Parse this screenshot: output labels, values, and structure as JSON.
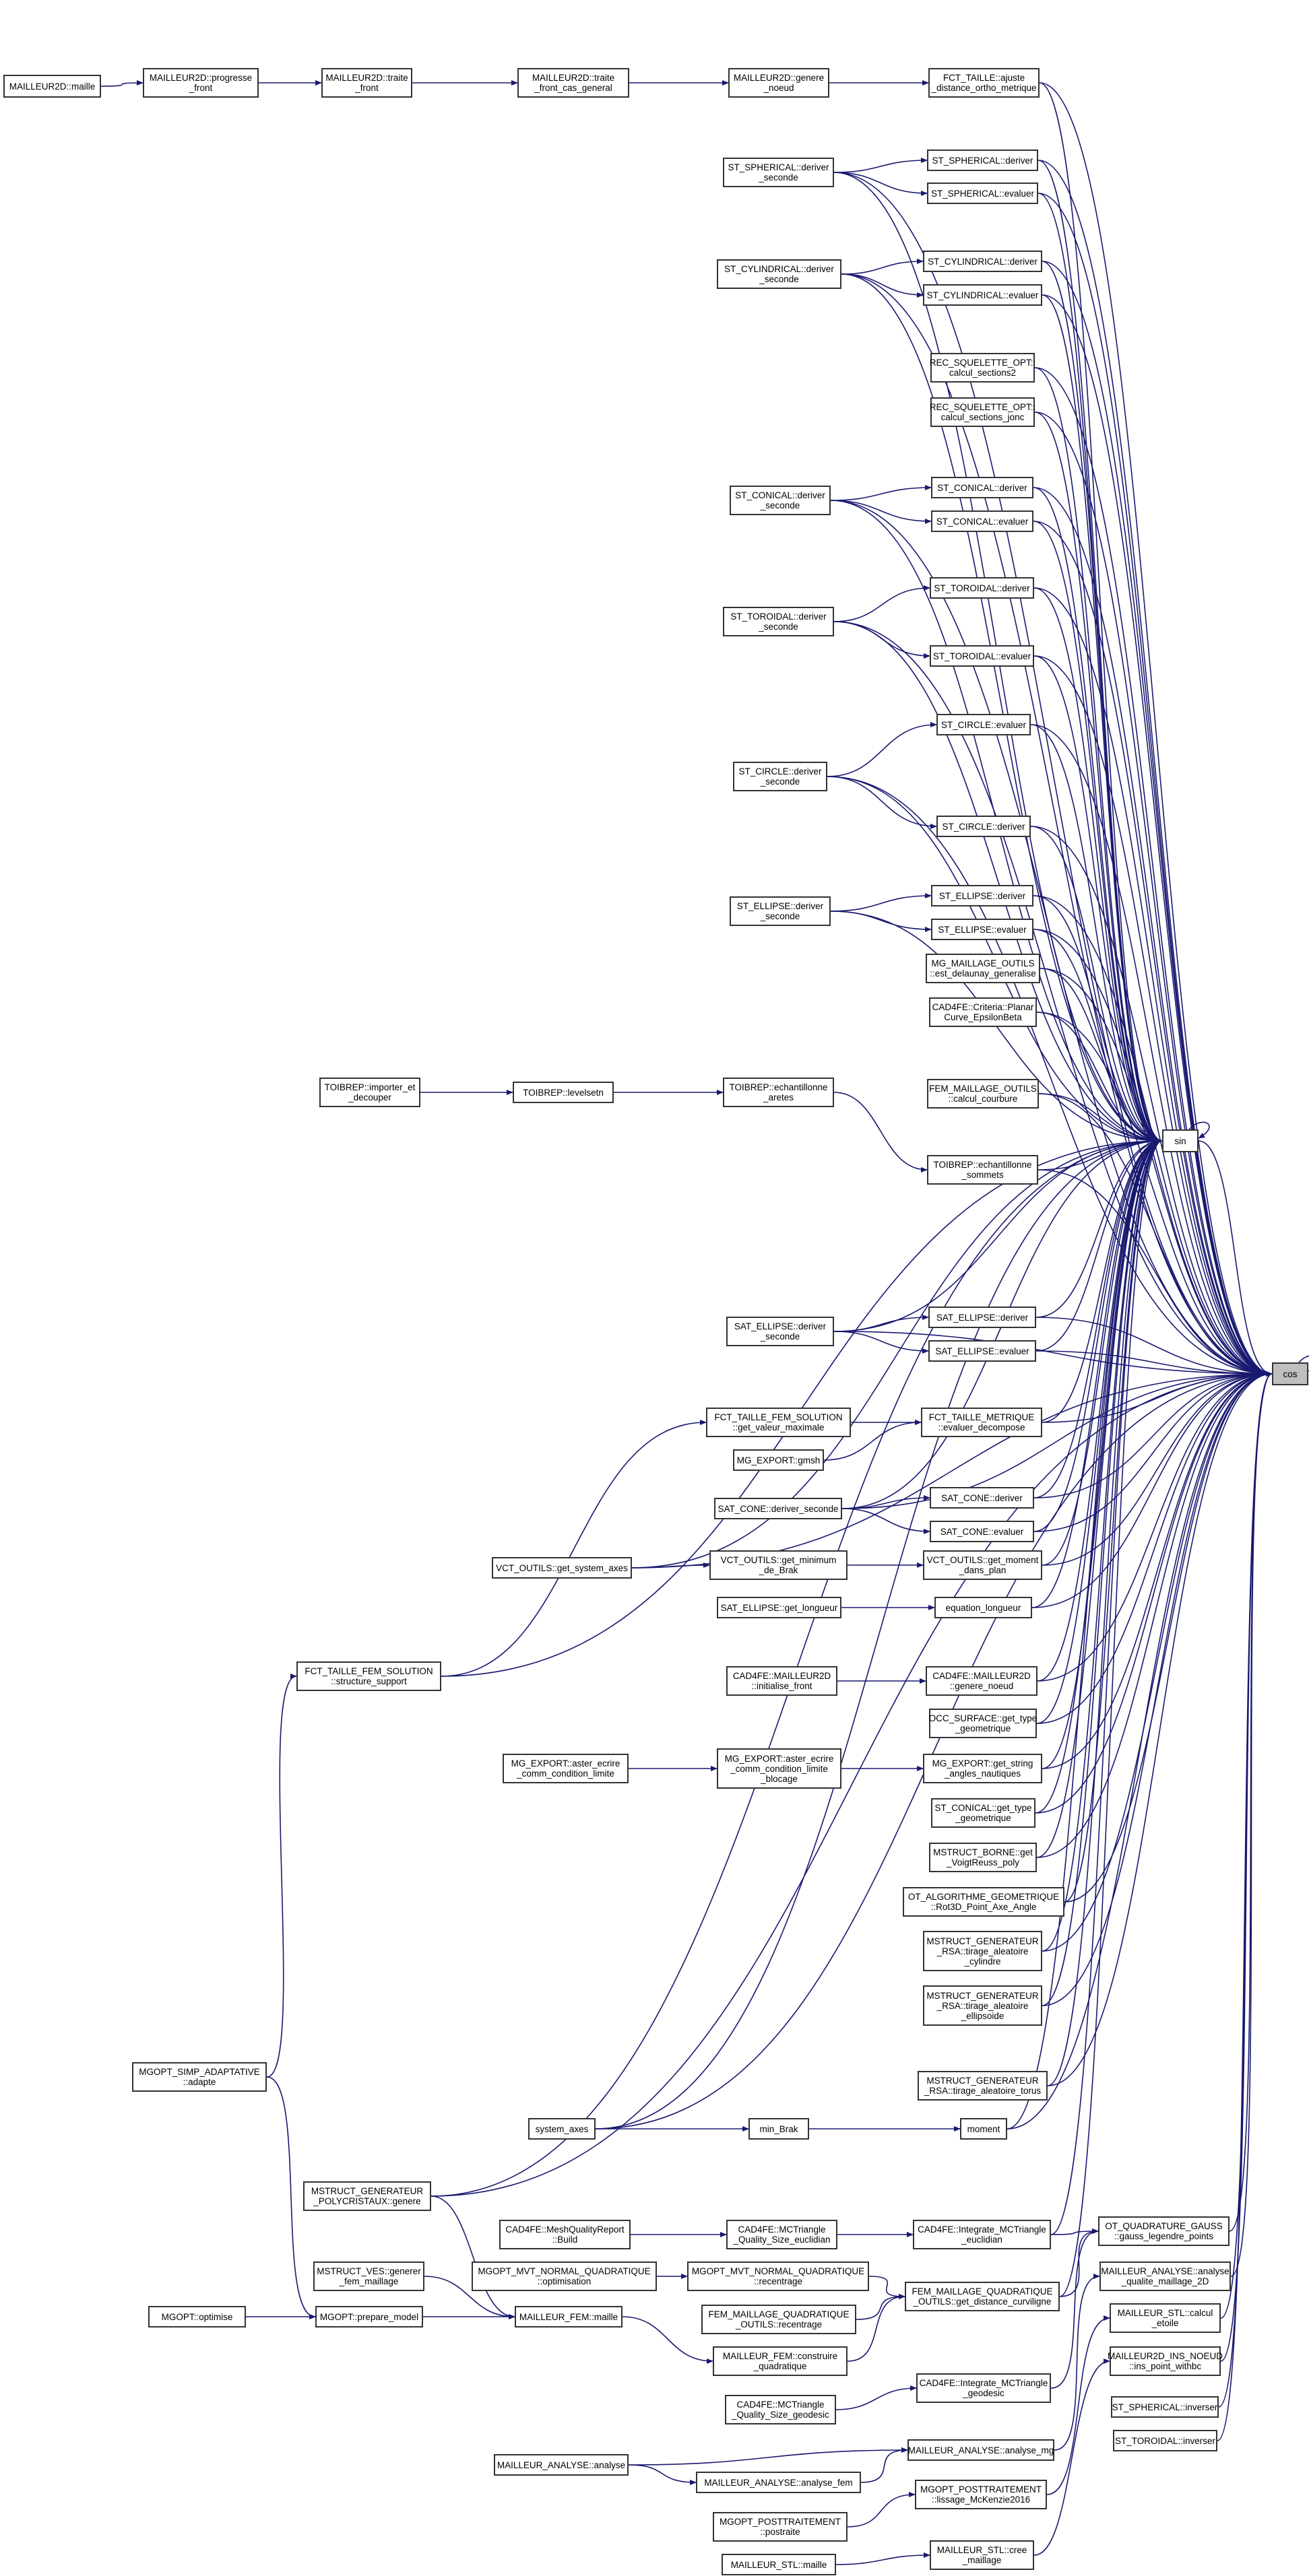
{
  "colors": {
    "edge": "#191970",
    "node_border": "#333333",
    "node_fill": "#ffffff",
    "highlight_fill": "#bfbfbf"
  },
  "nodes": [
    {
      "id": "n_cos",
      "label": "cos",
      "highlight": true
    },
    {
      "id": "n_sin",
      "label": "sin"
    },
    {
      "id": "n_m2d_maille",
      "label": "MAILLEUR2D::maille"
    },
    {
      "id": "n_m2d_prog",
      "label": "MAILLEUR2D::progresse\n_front"
    },
    {
      "id": "n_m2d_traite",
      "label": "MAILLEUR2D::traite\n_front"
    },
    {
      "id": "n_m2d_traite_cas",
      "label": "MAILLEUR2D::traite\n_front_cas_general"
    },
    {
      "id": "n_m2d_genere",
      "label": "MAILLEUR2D::genere\n_noeud"
    },
    {
      "id": "n_fct_ajuste",
      "label": "FCT_TAILLE::ajuste\n_distance_ortho_metrique"
    },
    {
      "id": "n_sph_ds",
      "label": "ST_SPHERICAL::deriver\n_seconde"
    },
    {
      "id": "n_sph_d",
      "label": "ST_SPHERICAL::deriver"
    },
    {
      "id": "n_sph_e",
      "label": "ST_SPHERICAL::evaluer"
    },
    {
      "id": "n_cyl_ds",
      "label": "ST_CYLINDRICAL::deriver\n_seconde"
    },
    {
      "id": "n_cyl_d",
      "label": "ST_CYLINDRICAL::deriver"
    },
    {
      "id": "n_cyl_e",
      "label": "ST_CYLINDRICAL::evaluer"
    },
    {
      "id": "n_rec_s2",
      "label": "REC_SQUELETTE_OPT::\ncalcul_sections2"
    },
    {
      "id": "n_rec_sj",
      "label": "REC_SQUELETTE_OPT::\ncalcul_sections_jonc"
    },
    {
      "id": "n_con_ds",
      "label": "ST_CONICAL::deriver\n_seconde"
    },
    {
      "id": "n_con_d",
      "label": "ST_CONICAL::deriver"
    },
    {
      "id": "n_con_e",
      "label": "ST_CONICAL::evaluer"
    },
    {
      "id": "n_tor_ds",
      "label": "ST_TOROIDAL::deriver\n_seconde"
    },
    {
      "id": "n_tor_d",
      "label": "ST_TOROIDAL::deriver"
    },
    {
      "id": "n_tor_e",
      "label": "ST_TOROIDAL::evaluer"
    },
    {
      "id": "n_cir_e",
      "label": "ST_CIRCLE::evaluer"
    },
    {
      "id": "n_cir_ds",
      "label": "ST_CIRCLE::deriver\n_seconde"
    },
    {
      "id": "n_cir_d",
      "label": "ST_CIRCLE::deriver"
    },
    {
      "id": "n_ell_ds",
      "label": "ST_ELLIPSE::deriver\n_seconde"
    },
    {
      "id": "n_ell_d",
      "label": "ST_ELLIPSE::deriver"
    },
    {
      "id": "n_ell_e",
      "label": "ST_ELLIPSE::evaluer"
    },
    {
      "id": "n_mg_delaunay",
      "label": "MG_MAILLAGE_OUTILS\n::est_delaunay_generalise"
    },
    {
      "id": "n_cad_planar",
      "label": "CAD4FE::Criteria::Planar\nCurve_EpsilonBeta"
    },
    {
      "id": "n_fem_courb",
      "label": "FEM_MAILLAGE_OUTILS\n::calcul_courbure"
    },
    {
      "id": "n_toi_import",
      "label": "TOIBREP::importer_et\n_decouper"
    },
    {
      "id": "n_toi_levelset",
      "label": "TOIBREP::levelsetn"
    },
    {
      "id": "n_toi_ech_ar",
      "label": "TOIBREP::echantillonne\n_aretes"
    },
    {
      "id": "n_toi_ech_so",
      "label": "TOIBREP::echantillonne\n_sommets"
    },
    {
      "id": "n_sate_ds",
      "label": "SAT_ELLIPSE::deriver\n_seconde"
    },
    {
      "id": "n_sate_d",
      "label": "SAT_ELLIPSE::deriver"
    },
    {
      "id": "n_sate_e",
      "label": "SAT_ELLIPSE::evaluer"
    },
    {
      "id": "n_fct_fem_max",
      "label": "FCT_TAILLE_FEM_SOLUTION\n::get_valeur_maximale"
    },
    {
      "id": "n_fct_metr",
      "label": "FCT_TAILLE_METRIQUE\n::evaluer_decompose"
    },
    {
      "id": "n_mg_gmsh",
      "label": "MG_EXPORT::gmsh"
    },
    {
      "id": "n_satc_ds",
      "label": "SAT_CONE::deriver_seconde"
    },
    {
      "id": "n_satc_d",
      "label": "SAT_CONE::deriver"
    },
    {
      "id": "n_satc_e",
      "label": "SAT_CONE::evaluer"
    },
    {
      "id": "n_vct_sys",
      "label": "VCT_OUTILS::get_system_axes"
    },
    {
      "id": "n_vct_brak",
      "label": "VCT_OUTILS::get_minimum\n_de_Brak"
    },
    {
      "id": "n_vct_moment",
      "label": "VCT_OUTILS::get_moment\n_dans_plan"
    },
    {
      "id": "n_sate_long",
      "label": "SAT_ELLIPSE::get_longueur"
    },
    {
      "id": "n_eq_long",
      "label": "equation_longueur"
    },
    {
      "id": "n_fct_fem_struct",
      "label": "FCT_TAILLE_FEM_SOLUTION\n::structure_support"
    },
    {
      "id": "n_cad_m2d_init",
      "label": "CAD4FE::MAILLEUR2D\n::initialise_front"
    },
    {
      "id": "n_cad_m2d_gen",
      "label": "CAD4FE::MAILLEUR2D\n::genere_noeud"
    },
    {
      "id": "n_occ_type",
      "label": "OCC_SURFACE::get_type\n_geometrique"
    },
    {
      "id": "n_mg_aster1",
      "label": "MG_EXPORT::aster_ecrire\n_comm_condition_limite"
    },
    {
      "id": "n_mg_aster2",
      "label": "MG_EXPORT::aster_ecrire\n_comm_condition_limite\n_blocage"
    },
    {
      "id": "n_mg_string",
      "label": "MG_EXPORT::get_string\n_angles_nautiques"
    },
    {
      "id": "n_con_type",
      "label": "ST_CONICAL::get_type\n_geometrique"
    },
    {
      "id": "n_mstruct_borne",
      "label": "MSTRUCT_BORNE::get\n_VoigtReuss_poly"
    },
    {
      "id": "n_ot_algo",
      "label": "OT_ALGORITHME_GEOMETRIQUE\n::Rot3D_Point_Axe_Angle"
    },
    {
      "id": "n_mstruct_cyl",
      "label": "MSTRUCT_GENERATEUR\n_RSA::tirage_aleatoire\n_cylindre"
    },
    {
      "id": "n_mstruct_ell",
      "label": "MSTRUCT_GENERATEUR\n_RSA::tirage_aleatoire\n_ellipsoide"
    },
    {
      "id": "n_mgopt_simp",
      "label": "MGOPT_SIMP_ADAPTATIVE\n::adapte"
    },
    {
      "id": "n_mstruct_tor",
      "label": "MSTRUCT_GENERATEUR\n_RSA::tirage_aleatoire_torus"
    },
    {
      "id": "n_system_axes",
      "label": "system_axes"
    },
    {
      "id": "n_min_brak",
      "label": "min_Brak"
    },
    {
      "id": "n_moment",
      "label": "moment"
    },
    {
      "id": "n_mstruct_poly",
      "label": "MSTRUCT_GENERATEUR\n_POLYCRISTAUX::genere"
    },
    {
      "id": "n_ot_gauss",
      "label": "OT_QUADRATURE_GAUSS\n::gauss_legendre_points"
    },
    {
      "id": "n_cad_mesh_build",
      "label": "CAD4FE::MeshQualityReport\n::Build"
    },
    {
      "id": "n_cad_mct_eucl",
      "label": "CAD4FE::MCTriangle\n_Quality_Size_euclidian"
    },
    {
      "id": "n_cad_int_eucl",
      "label": "CAD4FE::Integrate_MCTriangle\n_euclidian"
    },
    {
      "id": "n_mstruct_ves",
      "label": "MSTRUCT_VES::generer\n_fem_maillage"
    },
    {
      "id": "n_mgopt_mvt_opt",
      "label": "MGOPT_MVT_NORMAL_QUADRATIQUE\n::optimisation"
    },
    {
      "id": "n_mgopt_mvt_rec",
      "label": "MGOPT_MVT_NORMAL_QUADRATIQUE\n::recentrage"
    },
    {
      "id": "n_fem_quad_dist",
      "label": "FEM_MAILLAGE_QUADRATIQUE\n_OUTILS::get_distance_curviligne"
    },
    {
      "id": "n_ma_qual",
      "label": "MAILLEUR_ANALYSE::analyse\n_qualite_maillage_2D"
    },
    {
      "id": "n_mgopt_optimise",
      "label": "MGOPT::optimise"
    },
    {
      "id": "n_mgopt_prepare",
      "label": "MGOPT::prepare_model"
    },
    {
      "id": "n_mfem_maille",
      "label": "MAILLEUR_FEM::maille"
    },
    {
      "id": "n_fem_quad_rec",
      "label": "FEM_MAILLAGE_QUADRATIQUE\n_OUTILS::recentrage"
    },
    {
      "id": "n_stl_etoile",
      "label": "MAILLEUR_STL::calcul\n_etoile"
    },
    {
      "id": "n_mfem_constr",
      "label": "MAILLEUR_FEM::construire\n_quadratique"
    },
    {
      "id": "n_m2d_ins",
      "label": "MAILLEUR2D_INS_NOEUD\n::ins_point_withbc"
    },
    {
      "id": "n_cad_int_geo",
      "label": "CAD4FE::Integrate_MCTriangle\n_geodesic"
    },
    {
      "id": "n_cad_mct_geo",
      "label": "CAD4FE::MCTriangle\n_Quality_Size_geodesic"
    },
    {
      "id": "n_sph_inv",
      "label": "ST_SPHERICAL::inverser"
    },
    {
      "id": "n_tor_inv",
      "label": "ST_TOROIDAL::inverser"
    },
    {
      "id": "n_ma_analyse",
      "label": "MAILLEUR_ANALYSE::analyse"
    },
    {
      "id": "n_ma_mg",
      "label": "MAILLEUR_ANALYSE::analyse_mg"
    },
    {
      "id": "n_ma_fem",
      "label": "MAILLEUR_ANALYSE::analyse_fem"
    },
    {
      "id": "n_mgopt_post_liss",
      "label": "MGOPT_POSTTRAITEMENT\n::lissage_McKenzie2016"
    },
    {
      "id": "n_mgopt_post",
      "label": "MGOPT_POSTTRAITEMENT\n::postraite"
    },
    {
      "id": "n_stl_maille",
      "label": "MAILLEUR_STL::maille"
    },
    {
      "id": "n_stl_cree",
      "label": "MAILLEUR_STL::cree\n_maillage"
    }
  ]
}
